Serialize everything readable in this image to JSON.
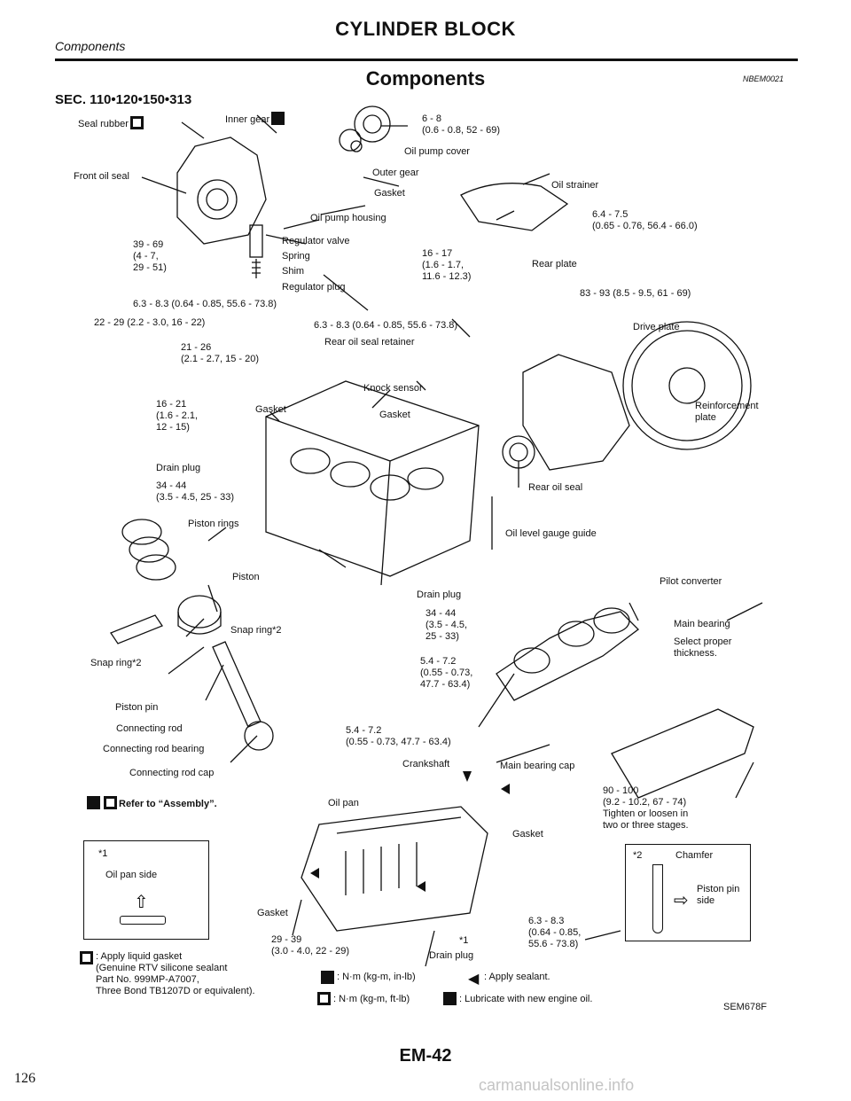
{
  "header": {
    "section_left": "Components",
    "title": "CYLINDER BLOCK",
    "subtitle": "Components",
    "ref_code": "NBEM0021"
  },
  "sec_code": "SEC. 110•120•150•313",
  "labels": {
    "seal_rubber": "Seal rubber",
    "inner_gear": "Inner gear",
    "oil_pump_torque": "6 - 8\n(0.6 - 0.8, 52 - 69)",
    "oil_pump_cover": "Oil pump cover",
    "front_oil_seal": "Front oil seal",
    "outer_gear": "Outer gear",
    "gasket": "Gasket",
    "oil_pump_housing": "Oil pump housing",
    "regulator_torque": "39 - 69\n(4 - 7,\n29 - 51)",
    "regulator_valve": "Regulator valve",
    "spring": "Spring",
    "shim": "Shim",
    "regulator_plug": "Regulator plug",
    "torque_16_17": "16 - 17\n(1.6 - 1.7,\n11.6 - 12.3)",
    "torque_63_83_a": "6.3 - 8.3 (0.64 - 0.85, 55.6 - 73.8)",
    "torque_22_29": "22 - 29 (2.2 - 3.0, 16 - 22)",
    "torque_63_83_b": "6.3 - 8.3 (0.64 - 0.85, 55.6 - 73.8)",
    "oil_strainer": "Oil strainer",
    "strainer_torque": "6.4 - 7.5\n(0.65 - 0.76, 56.4 - 66.0)",
    "rear_plate": "Rear plate",
    "torque_83_93": "83 - 93 (8.5 - 9.5, 61 - 69)",
    "drive_plate": "Drive plate",
    "torque_21_26": "21 - 26\n(2.1 - 2.7, 15 - 20)",
    "rear_oil_seal_retainer": "Rear oil seal retainer",
    "knock_sensor": "Knock sensor",
    "torque_16_21": "16 - 21\n(1.6 - 2.1,\n12 - 15)",
    "gasket_2": "Gasket",
    "gasket_3": "Gasket",
    "reinforcement_plate": "Reinforcement\nplate",
    "drain_plug": "Drain plug",
    "torque_34_44_a": "34 - 44\n(3.5 - 4.5, 25 - 33)",
    "rear_oil_seal": "Rear oil seal",
    "piston_rings": "Piston rings",
    "oil_level_gauge_guide": "Oil level gauge guide",
    "piston": "Piston",
    "pilot_converter": "Pilot converter",
    "drain_plug_2": "Drain plug",
    "torque_34_44_b": "34 - 44\n(3.5 - 4.5,\n25 - 33)",
    "main_bearing": "Main bearing",
    "main_bearing_note": "Select proper\nthickness.",
    "snap_ring_2a": "Snap ring*2",
    "snap_ring_2b": "Snap ring*2",
    "torque_54_72_a": "5.4 - 7.2\n(0.55 - 0.73,\n47.7 - 63.4)",
    "piston_pin": "Piston pin",
    "connecting_rod": "Connecting rod",
    "connecting_rod_bearing": "Connecting rod bearing",
    "torque_54_72_b": "5.4 - 7.2\n(0.55 - 0.73, 47.7 - 63.4)",
    "crankshaft": "Crankshaft",
    "main_bearing_cap": "Main bearing cap",
    "connecting_rod_cap": "Connecting rod cap",
    "refer_assembly": "Refer to “Assembly”.",
    "oil_pan": "Oil pan",
    "torque_90_100": "90 - 100\n(9.2 - 10.2, 67 - 74)\nTighten or loosen in\ntwo or three stages.",
    "gasket_4": "Gasket",
    "gasket_5": "Gasket",
    "torque_63_83_c": "6.3 - 8.3\n(0.64 - 0.85,\n55.6 - 73.8)",
    "note_1": "*1",
    "drain_plug_3": "Drain plug",
    "torque_29_39": "29 - 39\n(3.0 - 4.0, 22 - 29)"
  },
  "box1": {
    "title": "*1",
    "text": "Oil pan side"
  },
  "box2": {
    "title": "*2",
    "chamfer": "Chamfer",
    "piston_pin_side": "Piston pin\nside"
  },
  "legend": {
    "liquid_gasket": ": Apply liquid gasket\n(Genuine RTV silicone sealant\nPart No. 999MP-A7007,\nThree Bond TB1207D or equivalent).",
    "nm_kgm_inlb": ": N·m (kg-m, in-lb)",
    "nm_kgm_ftlb": ": N·m (kg-m, ft-lb)",
    "apply_sealant": ": Apply sealant.",
    "lubricate": ": Lubricate with new engine oil."
  },
  "figure_code": "SEM678F",
  "page_code": "EM-42",
  "page_number": "126",
  "watermark": "carmanualsonline.info"
}
